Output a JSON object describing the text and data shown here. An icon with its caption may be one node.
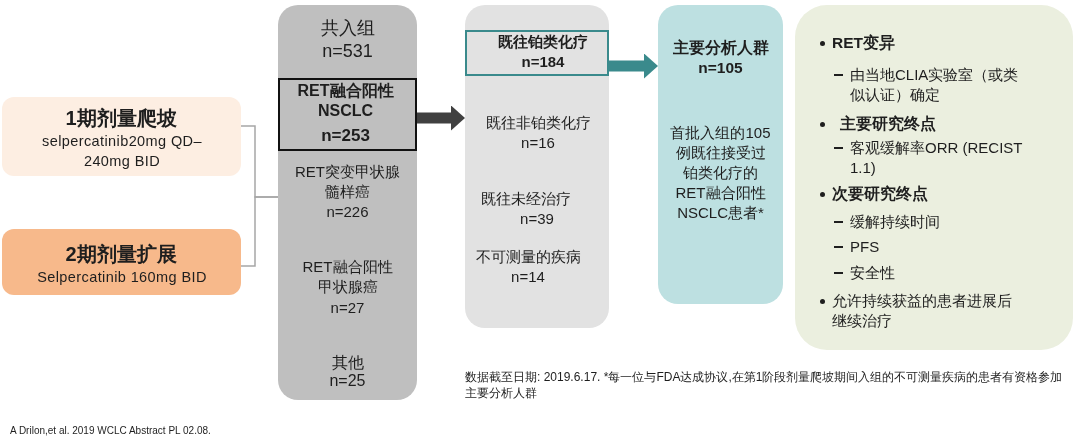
{
  "diagram": {
    "nodes": [
      {
        "text": [
          "1期剂量爬坡",
          "selpercatinib20mg QD–240mg BID"
        ]
      },
      {
        "text": [
          "2期剂量扩展",
          "Selpercatinib 160mg BID"
        ]
      },
      {
        "text": [
          "共入组",
          "n=531",
          "RET突变甲状腺髓样癌",
          "n=226",
          "RET融合阳性甲状腺癌",
          "n=27",
          "其他",
          "n=25"
        ]
      },
      {
        "text": [
          "RET融合阳性NSCLC",
          "n=253"
        ],
        "in": 2
      },
      {
        "text": [
          "既往非铂类化疗",
          "n=16",
          "既往未经治疗",
          "n=39",
          "不可测量的疾病",
          "n=14"
        ]
      },
      {
        "text": [
          "既往铂类化疗",
          "n=184"
        ],
        "in": 4
      },
      {
        "text": [
          "主要分析人群",
          "n=105",
          "首批入组的105例既往接受过铂类化疗的RET融合阳性NSCLC患者*"
        ]
      },
      {
        "text": [
          "RET变异",
          "由当地CLIA实验室（或类似认证）确定",
          "主要研究终点",
          "客观缓解率ORR (RECIST 1.1)",
          "次要研究终点",
          "缓解持续时间",
          "PFS",
          "安全性",
          "允许持续获益的患者进展后继续治疗"
        ]
      }
    ],
    "edges": [
      {
        "from": 0,
        "to": 2,
        "arrow": "none"
      },
      {
        "from": 1,
        "to": 2,
        "arrow": "none"
      },
      {
        "from": 3,
        "to": 4,
        "arrow": "to",
        "style": "thick",
        "color": "#404040"
      },
      {
        "from": 5,
        "to": 6,
        "arrow": "to",
        "style": "thick",
        "color": "#3a8a8c"
      }
    ],
    "labels": [
      "数据截至日期: 2019.6.17. *每一位与FDA达成协议,在第1阶段剂量爬坡期间入组的不可测量疾病的患者有资格参加主要分析人群",
      "A Drilon,et al. 2019 WCLC Abstract PL 02.08."
    ]
  }
}
